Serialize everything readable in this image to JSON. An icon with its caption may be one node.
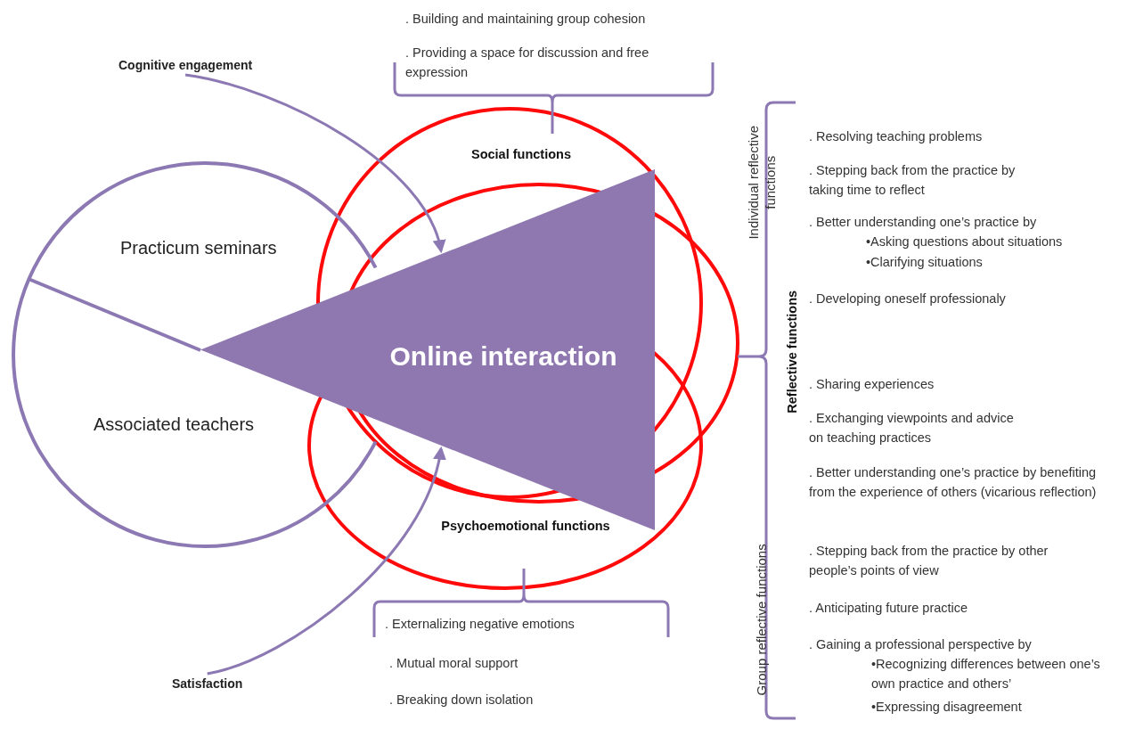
{
  "diagram": {
    "nodes": [
      {
        "text": [
          "Practicum seminars"
        ]
      },
      {
        "text": [
          "Associated teachers"
        ]
      },
      {
        "text": [
          "Online interaction"
        ]
      },
      {
        "text": [
          "Social functions"
        ]
      },
      {
        "text": [
          "Reflective functions"
        ]
      },
      {
        "text": [
          "Psychoemotional functions"
        ]
      },
      {
        "text": [
          "Cognitive engagement"
        ]
      },
      {
        "text": [
          "Satisfaction"
        ]
      }
    ],
    "edges": [
      {
        "from": 6,
        "to": 2,
        "arrow": "to"
      },
      {
        "from": 7,
        "to": 2,
        "arrow": "to"
      }
    ],
    "labels": [
      ". Building and maintaining group cohesion",
      ". Providing a space for discussion and free expression",
      "Individual reflective functions",
      ". Resolving teaching problems",
      ". Stepping back from the practice by taking time to reflect",
      ". Better understanding one’s practice by",
      "•Asking questions about situations",
      "•Clarifying situations",
      ". Developing oneself professionaly",
      "Group reflective functions",
      ". Sharing experiences",
      ". Exchanging viewpoints and advice on teaching practices",
      ". Better understanding one’s practice by benefiting from the experience of others (vicarious reflection)",
      ". Stepping back from the practice by other people’s points of view",
      ". Anticipating future practice",
      ". Gaining a professional perspective by",
      "•Recognizing differences between one’s own practice and others’",
      "•Expressing disagreement",
      ". Externalizing negative emotions",
      ". Mutual moral support",
      ". Breaking down isolation"
    ]
  }
}
